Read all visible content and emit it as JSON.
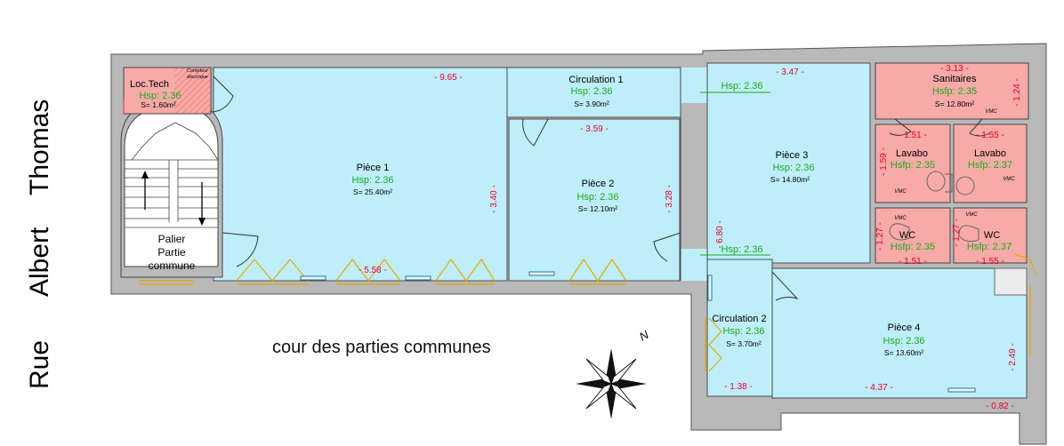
{
  "street": {
    "word1": "Rue",
    "word2": "Albert",
    "word3": "Thomas"
  },
  "courtyard": "cour des parties communes",
  "north": "N",
  "rooms": {
    "loc_tech": {
      "name": "Loc.Tech",
      "hsp": "Hsp: 2.36",
      "s": "S= 1.60m²",
      "compteur": "Compteur",
      "electrique": "électrique"
    },
    "palier": {
      "l1": "Palier",
      "l2": "Partie",
      "l3": "commune"
    },
    "piece1": {
      "name": "Pièce 1",
      "hsp": "Hsp: 2.36",
      "s": "S= 25.40m²"
    },
    "circ1": {
      "name": "Circulation 1",
      "hsp": "Hsp: 2.36",
      "s": "S= 3.90m²"
    },
    "piece2": {
      "name": "Pièce 2",
      "hsp": "Hsp: 2.36",
      "s": "S= 12.10m²"
    },
    "piece3": {
      "name": "Pièce 3",
      "hsp": "Hsp: 2.36",
      "s": "S= 14.80m²",
      "hsp_top": "Hsp: 2.36",
      "hsp_bottom": "Hsp: 2.36"
    },
    "sanitaires": {
      "name": "Sanitaires",
      "hsp": "Hsfp: 2.35",
      "s": "S= 12.80m²"
    },
    "lavabo1": {
      "name": "Lavabo",
      "hsp": "Hsfp: 2.35"
    },
    "lavabo2": {
      "name": "Lavabo",
      "hsp": "Hsfp: 2.37"
    },
    "wc1": {
      "name": "WC",
      "hsp": "Hsfp: 2.35"
    },
    "wc2": {
      "name": "WC",
      "hsp": "Hsfp: 2.37"
    },
    "circ2": {
      "name": "Circulation 2",
      "hsp": "Hsp: 2.36",
      "s": "S= 3.70m²"
    },
    "piece4": {
      "name": "Pièce 4",
      "hsp": "Hsp: 2.36",
      "s": "S= 13.60m²"
    }
  },
  "vmc": "VMC",
  "dimensions": {
    "d965": "- 9.65 -",
    "d359": "- 3.59 -",
    "d340": "- 3.40 -",
    "d328": "- 3.28 -",
    "d558": "- 5.58 -",
    "d347": "- 3.47 -",
    "d313": "- 3.13 -",
    "d124": "- 1.24 -",
    "d151a": "- 1.51 -",
    "d155a": "- 1.55 -",
    "d159": "- 1.59 -",
    "d127a": "- 1.27 -",
    "d127b": "- 1.27 -",
    "d151b": "- 1.51 -",
    "d155b": "- 1.55 -",
    "d680": "- 6.80 -",
    "d249": "- 2.49 -",
    "d437": "- 4.37 -",
    "d138": "- 1.38 -",
    "d082": "- 0.82 -"
  },
  "colors": {
    "wall": "#b9b9b9",
    "room": "#bfeefb",
    "sanitary": "#f7aaa8",
    "dimension": "#e8002a",
    "height": "#1aab1a"
  }
}
